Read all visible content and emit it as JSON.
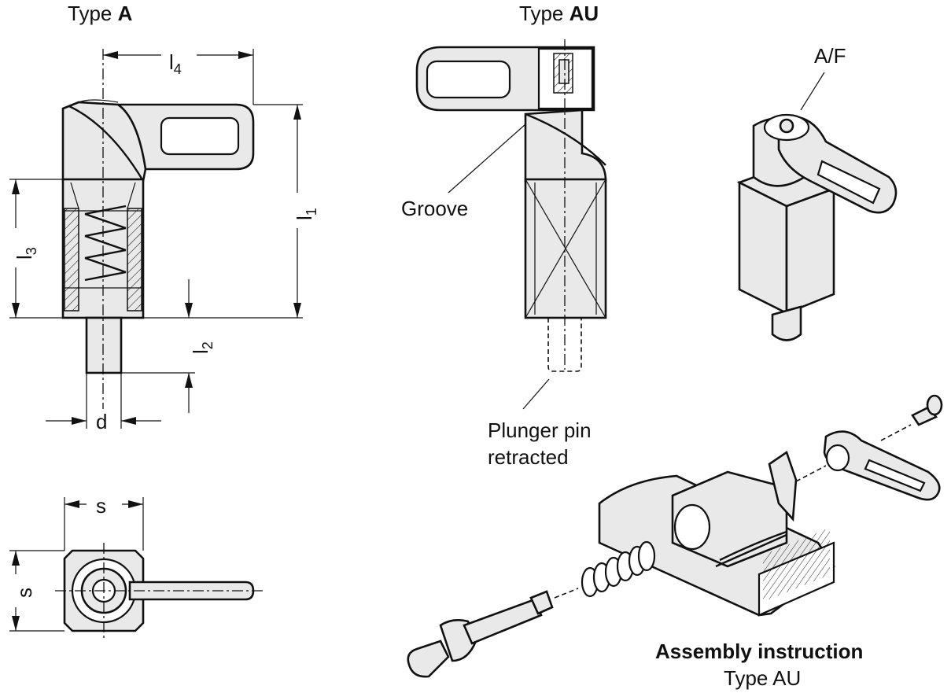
{
  "labels": {
    "type_a_prefix": "Type ",
    "type_a_suffix": "A",
    "type_au_prefix": "Type ",
    "type_au_suffix": "AU",
    "l4": "l",
    "l4_sub": "4",
    "l1": "l",
    "l1_sub": "1",
    "l3": "l",
    "l3_sub": "3",
    "l2": "l",
    "l2_sub": "2",
    "d": "d",
    "s_top": "s",
    "s_side": "s",
    "groove": "Groove",
    "plunger_line1": "Plunger pin",
    "plunger_line2": "retracted",
    "af": "A/F",
    "assembly_title": "Assembly instruction",
    "assembly_sub": "Type AU"
  }
}
